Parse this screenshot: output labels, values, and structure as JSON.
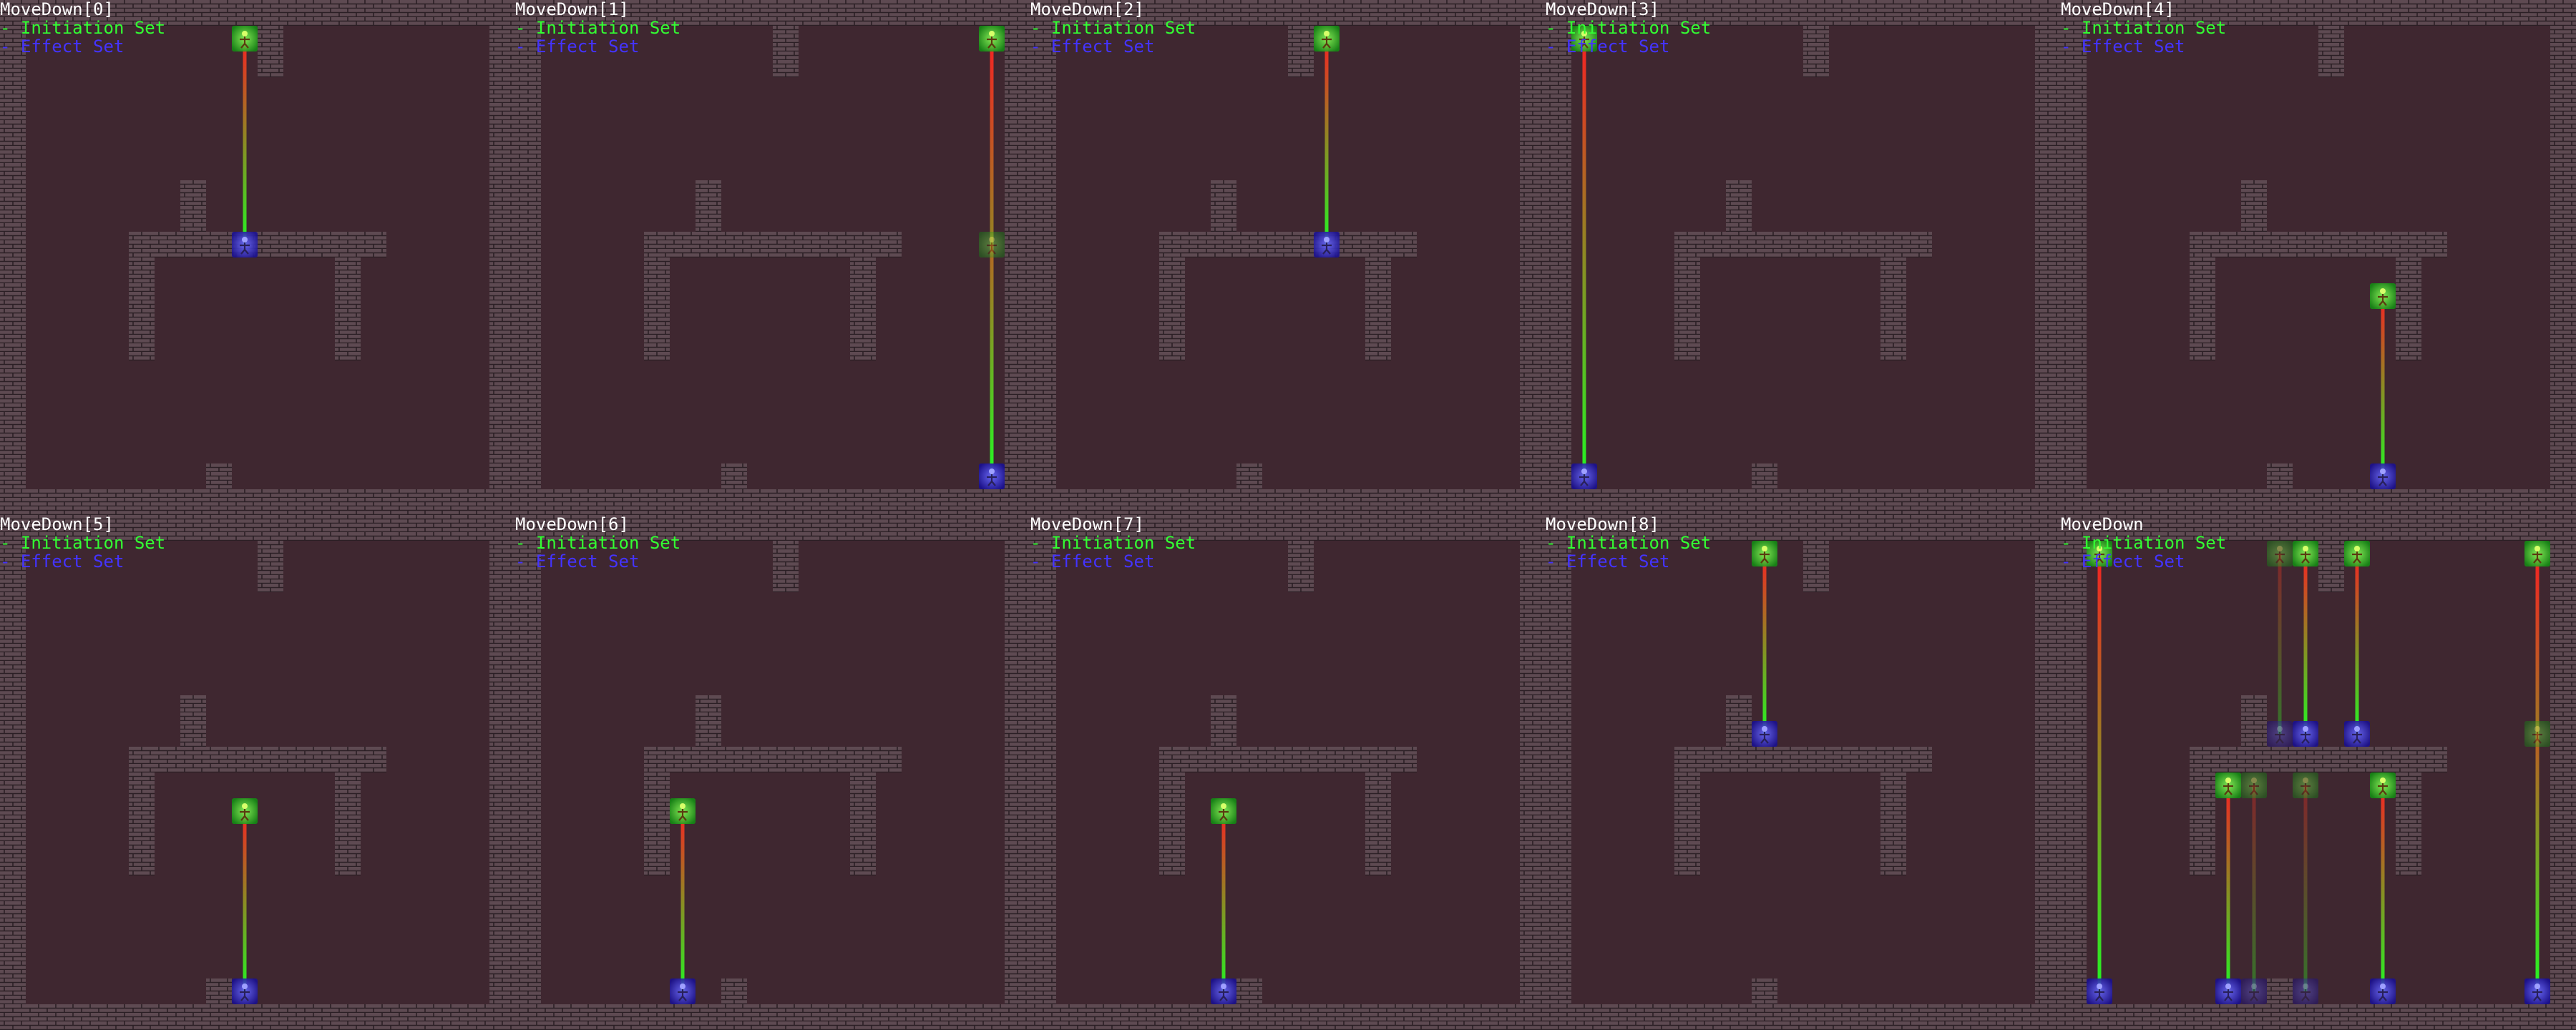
{
  "legend": {
    "initiation_label": "- Initiation Set",
    "effect_label": "- Effect Set"
  },
  "colors": {
    "background": "#3f2730",
    "brick": "#5e4a52",
    "mortar": "#2b1f25",
    "initiation": "#33ff33",
    "effect": "#4433ff",
    "arrow_start": "#ff2222",
    "arrow_end": "#22ff22"
  },
  "icons": {
    "agent_start": "green-agent-icon",
    "agent_end": "blue-agent-icon",
    "walls": "brick-wall-tile"
  },
  "panels": [
    {
      "title": "MoveDown[0]",
      "moves": [
        {
          "col": 9,
          "from": 1,
          "to": 9
        }
      ]
    },
    {
      "title": "MoveDown[1]",
      "moves": [
        {
          "col": 18,
          "from": 1,
          "to": 18
        },
        {
          "col": 18,
          "from": 9,
          "to": 18,
          "faint": true
        }
      ]
    },
    {
      "title": "MoveDown[2]",
      "moves": [
        {
          "col": 11,
          "from": 1,
          "to": 9
        }
      ]
    },
    {
      "title": "MoveDown[3]",
      "moves": [
        {
          "col": 1,
          "from": 1,
          "to": 18
        }
      ]
    },
    {
      "title": "MoveDown[4]",
      "moves": [
        {
          "col": 12,
          "from": 11,
          "to": 18
        }
      ]
    },
    {
      "title": "MoveDown[5]",
      "moves": [
        {
          "col": 9,
          "from": 11,
          "to": 18
        }
      ]
    },
    {
      "title": "MoveDown[6]",
      "moves": [
        {
          "col": 6,
          "from": 11,
          "to": 18
        }
      ]
    },
    {
      "title": "MoveDown[7]",
      "moves": [
        {
          "col": 7,
          "from": 11,
          "to": 18
        }
      ]
    },
    {
      "title": "MoveDown[8]",
      "moves": [
        {
          "col": 8,
          "from": 1,
          "to": 8
        }
      ]
    },
    {
      "title": "MoveDown",
      "moves": [
        {
          "col": 1,
          "from": 1,
          "to": 18
        },
        {
          "col": 8,
          "from": 1,
          "to": 8,
          "faint": true
        },
        {
          "col": 9,
          "from": 1,
          "to": 8
        },
        {
          "col": 11,
          "from": 1,
          "to": 8
        },
        {
          "col": 18,
          "from": 1,
          "to": 18
        },
        {
          "col": 18,
          "from": 8,
          "to": 18,
          "faint": true
        },
        {
          "col": 6,
          "from": 10,
          "to": 18
        },
        {
          "col": 7,
          "from": 10,
          "to": 18,
          "faint": true
        },
        {
          "col": 9,
          "from": 10,
          "to": 18,
          "faint": true
        },
        {
          "col": 12,
          "from": 10,
          "to": 18
        }
      ]
    }
  ]
}
